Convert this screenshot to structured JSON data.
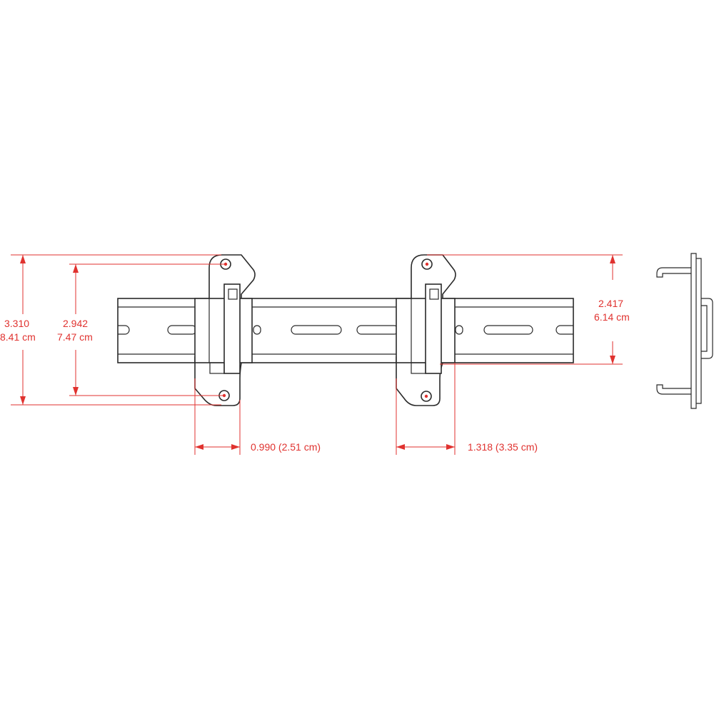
{
  "colors": {
    "dimension": "#e0322f",
    "drawing": "#2a2a2a",
    "background": "#ffffff"
  },
  "dimensions": {
    "overall_height": {
      "imperial": "3.310",
      "metric": "8.41 cm"
    },
    "hole_spacing": {
      "imperial": "2.942",
      "metric": "7.47 cm"
    },
    "right_height": {
      "imperial": "2.417",
      "metric": "6.14 cm"
    },
    "left_clip_width": "0.990 (2.51 cm)",
    "right_clip_width": "1.318 (3.35 cm)"
  }
}
